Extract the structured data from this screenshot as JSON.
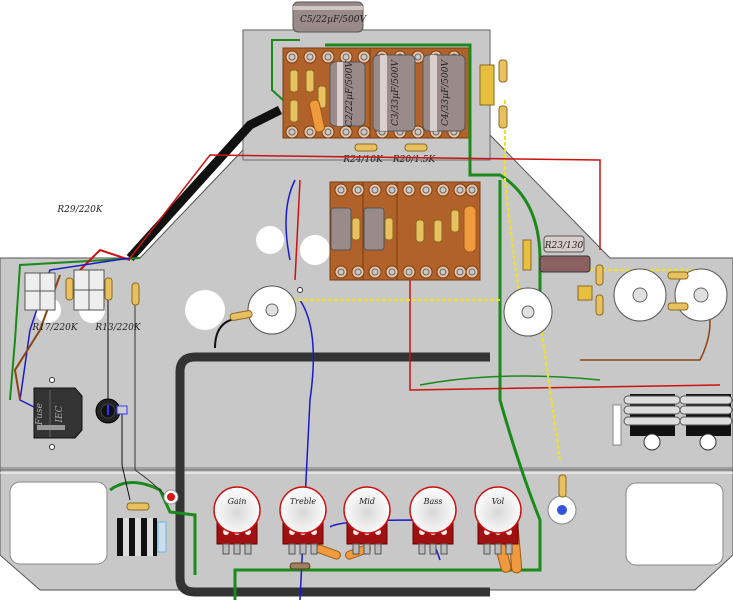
{
  "diagram": {
    "title": "Guitar amplifier chassis layout / wiring diagram",
    "colors": {
      "chassis": "#c8c8c8",
      "chassis_edge": "#555555",
      "board": "#b0622a",
      "board_dark": "#8a4818",
      "eyelet": "#e8c4a8",
      "wire_green": "#1a8a1a",
      "wire_red": "#cc1111",
      "wire_blue": "#1a1acc",
      "wire_black": "#111111",
      "wire_brown": "#8b4513",
      "wire_yellow": "#f2e21a",
      "wire_white": "#ffffff",
      "wire_orange": "#f08a20",
      "ground_bus": "#333333",
      "pot_ring": "#cc1111",
      "pot_body": "#a01010",
      "resistor": "#e8c060",
      "capacitor": "#9a8a8a"
    },
    "labels": {
      "c5": "C5/22µF/500V",
      "c2": "C2/22µF/500V",
      "c3": "C3/33µF/500V",
      "c4": "C4/33µF/500V",
      "r24": "R24/10K",
      "r20": "R20/1.5K",
      "r23": "R23/130",
      "r29": "R29/220K",
      "r17": "R17/220K",
      "r13": "R13/220K",
      "fuse": "Fuse",
      "iec": "IEC"
    },
    "pots": [
      {
        "label": "Gain"
      },
      {
        "label": "Treble"
      },
      {
        "label": "Mid"
      },
      {
        "label": "Bass"
      },
      {
        "label": "Vol"
      }
    ]
  }
}
